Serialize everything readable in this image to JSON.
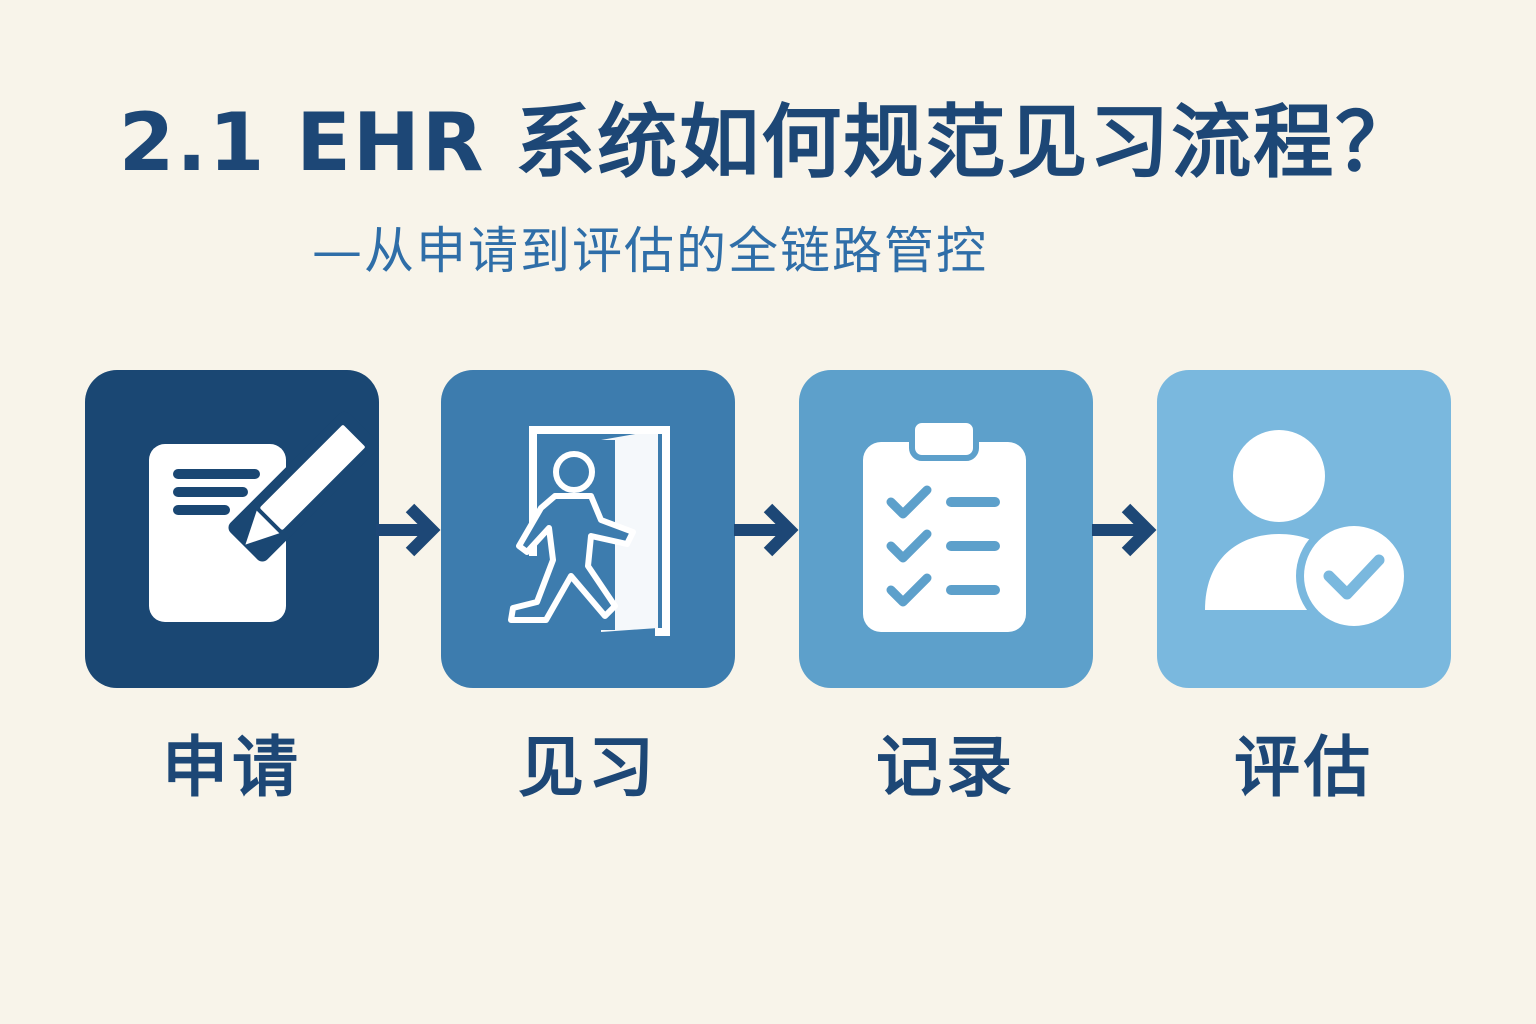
{
  "title": "2.1 EHR 系统如何规范见习流程？",
  "subtitle": "—从申请到评估的全链路管控",
  "steps": [
    {
      "label": "申请",
      "icon": "document-pencil-icon",
      "color": "#1a4773"
    },
    {
      "label": "见习",
      "icon": "person-walking-through-door-icon",
      "color": "#3d7cae"
    },
    {
      "label": "记录",
      "icon": "clipboard-checklist-icon",
      "color": "#5da0cb"
    },
    {
      "label": "评估",
      "icon": "user-check-icon",
      "color": "#7ab8de"
    }
  ],
  "colors": {
    "background": "#f8f4ea",
    "title": "#1d4776",
    "subtitle": "#2f6ea8",
    "arrow": "#1d4776"
  }
}
